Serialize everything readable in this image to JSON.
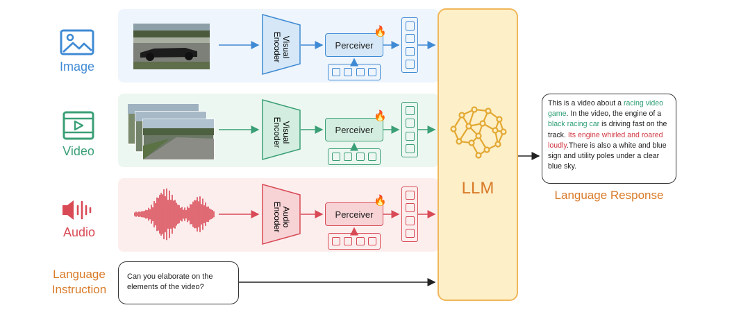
{
  "modalities": [
    {
      "key": "image",
      "label": "Image",
      "encoder": "Visual Encoder",
      "perceiver": "Perceiver",
      "color": "#3f8ad4",
      "bg": "#eef5fc",
      "box_fill": "#d6e8f7"
    },
    {
      "key": "video",
      "label": "Video",
      "encoder": "Visual Encoder",
      "perceiver": "Perceiver",
      "color": "#3a9f76",
      "bg": "#edf7f1",
      "box_fill": "#d3eee0"
    },
    {
      "key": "audio",
      "label": "Audio",
      "encoder": "Audio Encoder",
      "perceiver": "Perceiver",
      "color": "#d84a55",
      "bg": "#fdeeee",
      "box_fill": "#f7d3d6"
    }
  ],
  "llm": {
    "label": "LLM",
    "fill": "#fdefc8",
    "border": "#f0b75a",
    "accent": "#e3a832"
  },
  "language_instruction": {
    "label": "Language Instruction",
    "text": "Can you elaborate on the elements of the video?",
    "color": "#d97a28"
  },
  "language_response": {
    "label": "Language Response",
    "color": "#d97a28",
    "segments": [
      {
        "text": "This is a video about a ",
        "style": "plain"
      },
      {
        "text": "racing video game",
        "style": "green"
      },
      {
        "text": ". In the video, the engine of a ",
        "style": "plain"
      },
      {
        "text": "black racing car",
        "style": "green"
      },
      {
        "text": " is driving fast on the track. ",
        "style": "plain"
      },
      {
        "text": "Its engine whirled and roared loudly",
        "style": "red"
      },
      {
        "text": ".There is also a white and blue sign and utility poles under a clear blue sky.",
        "style": "plain"
      }
    ]
  },
  "icons": [
    "image-icon",
    "video-icon",
    "audio-icon",
    "fire-icon",
    "brain-network-icon"
  ]
}
